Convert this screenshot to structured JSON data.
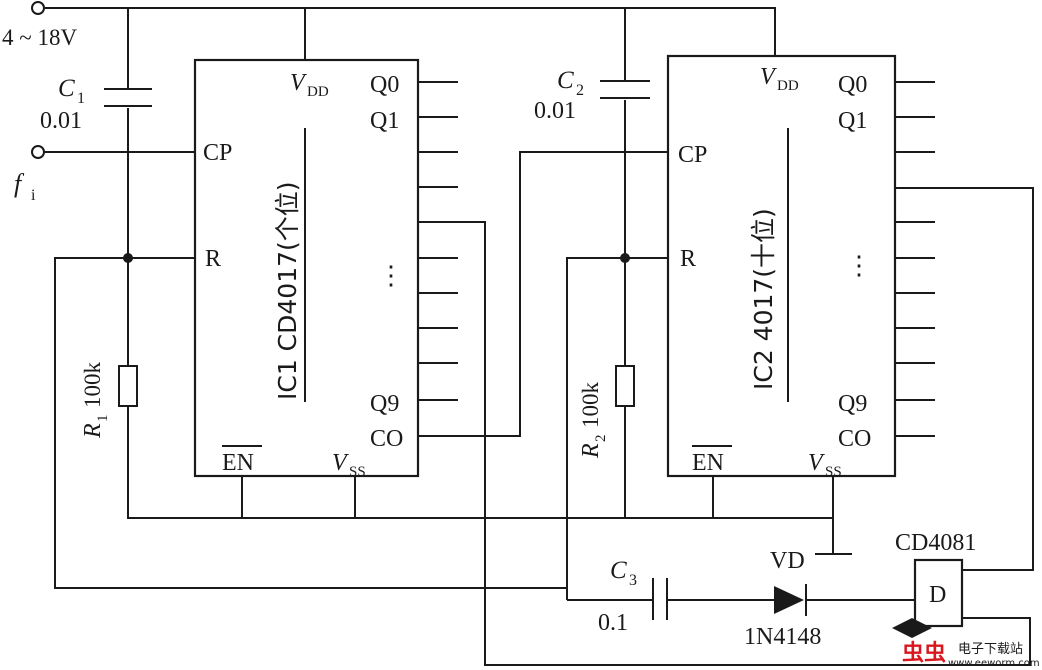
{
  "supply": {
    "voltage": "4 ~ 18V"
  },
  "input": {
    "symbol": "f",
    "subscript": "i"
  },
  "c1": {
    "symbol": "C",
    "subscript": "1",
    "value": "0.01"
  },
  "c2": {
    "symbol": "C",
    "subscript": "2",
    "value": "0.01"
  },
  "c3": {
    "symbol": "C",
    "subscript": "3",
    "value": "0.1"
  },
  "r1": {
    "symbol": "R",
    "subscript": "1",
    "value": "100k"
  },
  "r2": {
    "symbol": "R",
    "subscript": "2",
    "value": "100k"
  },
  "ic1": {
    "title": "IC1 CD4017(个位)",
    "vdd": "V",
    "vdd_sub": "DD",
    "vss": "V",
    "vss_sub": "SS",
    "cp": "CP",
    "r": "R",
    "en": "EN",
    "q0": "Q0",
    "q1": "Q1",
    "q9": "Q9",
    "co": "CO",
    "dots": "⋮"
  },
  "ic2": {
    "title": "IC2 4017(十位)",
    "vdd": "V",
    "vdd_sub": "DD",
    "vss": "V",
    "vss_sub": "SS",
    "cp": "CP",
    "r": "R",
    "en": "EN",
    "q0": "Q0",
    "q1": "Q1",
    "q9": "Q9",
    "co": "CO",
    "dots": "⋮"
  },
  "diode": {
    "label": "VD",
    "part": "1N4148"
  },
  "gate": {
    "part": "CD4081",
    "label": "D"
  },
  "watermark": {
    "logo": "虫虫",
    "name": "电子下载站",
    "url": "www.eeworm.com"
  }
}
